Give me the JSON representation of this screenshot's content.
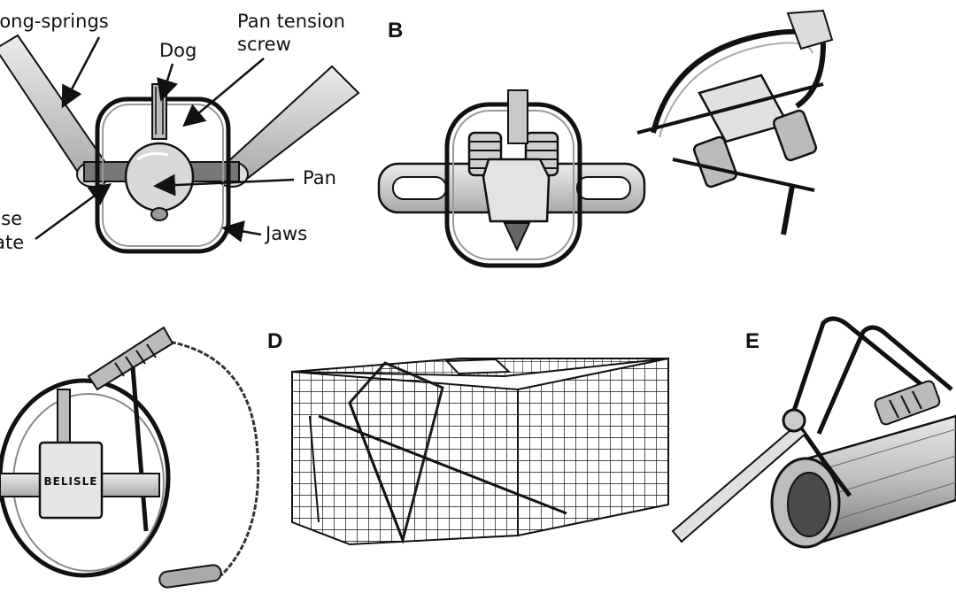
{
  "panels": {
    "b": "B",
    "d": "D",
    "e": "E"
  },
  "labels": {
    "long_springs": "Long-springs",
    "dog": "Dog",
    "pan_tension_line1": "Pan tension",
    "pan_tension_line2": "screw",
    "pan": "Pan",
    "base_line1": "Base",
    "base_line2": "plate",
    "jaws": "Jaws"
  },
  "trap_c_brand": "BELISLE",
  "colors": {
    "ink": "#111111",
    "metal": "#cfcfcf",
    "metal_dark": "#8a8a8a",
    "background": "#ffffff"
  }
}
